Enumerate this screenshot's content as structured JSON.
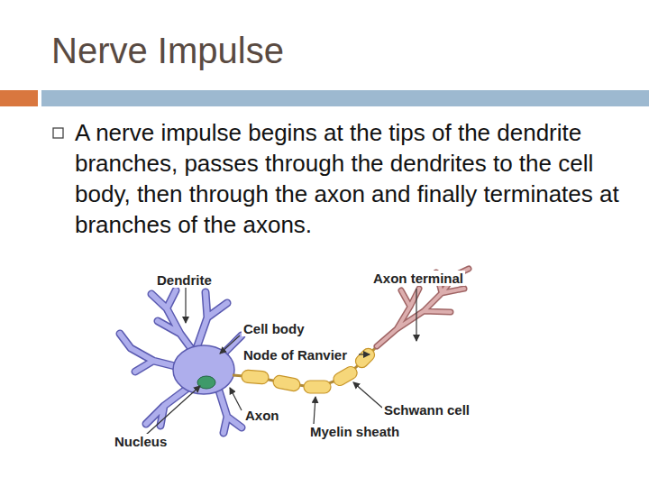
{
  "diagram": {
    "title": "Nerve Impulse",
    "labels": [
      "A nerve impulse begins at the tips of the dendrite branches, passes through the dendrites to the cell body, then through the axon and finally terminates at branches of the axons.",
      "Dendrite",
      "Axon terminal",
      "Cell body",
      "Node of Ranvier",
      "Schwann cell",
      "Axon",
      "Myelin sheath",
      "Nucleus"
    ]
  }
}
